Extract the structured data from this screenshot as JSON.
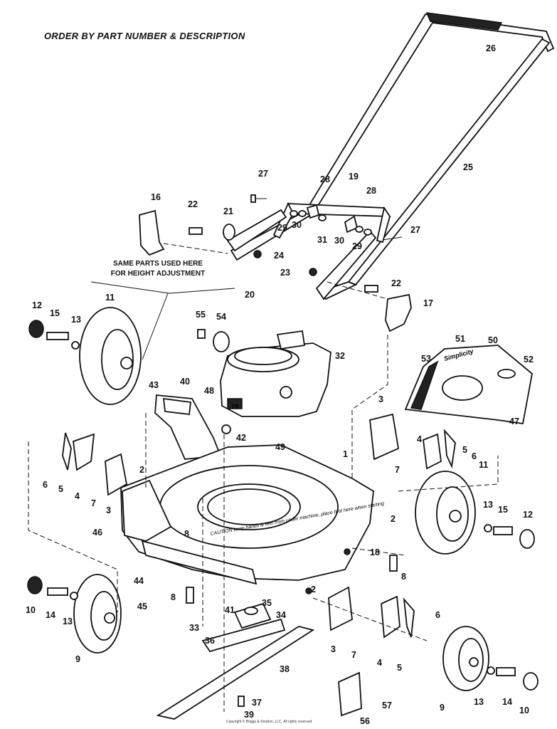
{
  "header": {
    "title": "ORDER BY PART NUMBER & DESCRIPTION"
  },
  "note": {
    "line1": "SAME PARTS USED HERE",
    "line2": "FOR HEIGHT ADJUSTMENT"
  },
  "decals": {
    "deck_label": "19",
    "brand_decal": "Simplicity",
    "warning": "CAUTION keep hands & feet from under machine, place foot here when starting"
  },
  "copyright": "Copyright © Briggs & Stratton, LLC. All rights reserved.",
  "callouts": {
    "c1": "1",
    "c2a": "2",
    "c2b": "2",
    "c2c": "2",
    "c3a": "3",
    "c3b": "3",
    "c3c": "3",
    "c4a": "4",
    "c4b": "4",
    "c4c": "4",
    "c5a": "5",
    "c5b": "5",
    "c5c": "5",
    "c6a": "6",
    "c6b": "6",
    "c6c": "6",
    "c7a": "7",
    "c7b": "7",
    "c7c": "7",
    "c8a": "8",
    "c8b": "8",
    "c8c": "8",
    "c9a": "9",
    "c9b": "9",
    "c10a": "10",
    "c10b": "10",
    "c11a": "11",
    "c11b": "11",
    "c12a": "12",
    "c12b": "12",
    "c13a": "13",
    "c13b": "13",
    "c13c": "13",
    "c13d": "13",
    "c14a": "14",
    "c14b": "14",
    "c15a": "15",
    "c15b": "15",
    "c16": "16",
    "c17": "17",
    "c18": "18",
    "c19": "19",
    "c20": "20",
    "c21": "21",
    "c22a": "22",
    "c22b": "22",
    "c23": "23",
    "c24": "24",
    "c25": "25",
    "c26": "26",
    "c27a": "27",
    "c27b": "27",
    "c28a": "28",
    "c28b": "28",
    "c29a": "29",
    "c29b": "29",
    "c30a": "30",
    "c30b": "30",
    "c31": "31",
    "c32": "32",
    "c33": "33",
    "c34": "34",
    "c35": "35",
    "c36": "36",
    "c37": "37",
    "c38": "38",
    "c39": "39",
    "c40": "40",
    "c41": "41",
    "c42": "42",
    "c43": "43",
    "c44": "44",
    "c45": "45",
    "c46": "46",
    "c47": "47",
    "c48": "48",
    "c49": "49",
    "c50": "50",
    "c51": "51",
    "c52": "52",
    "c53": "53",
    "c54": "54",
    "c55": "55",
    "c56": "56",
    "c57": "57"
  }
}
